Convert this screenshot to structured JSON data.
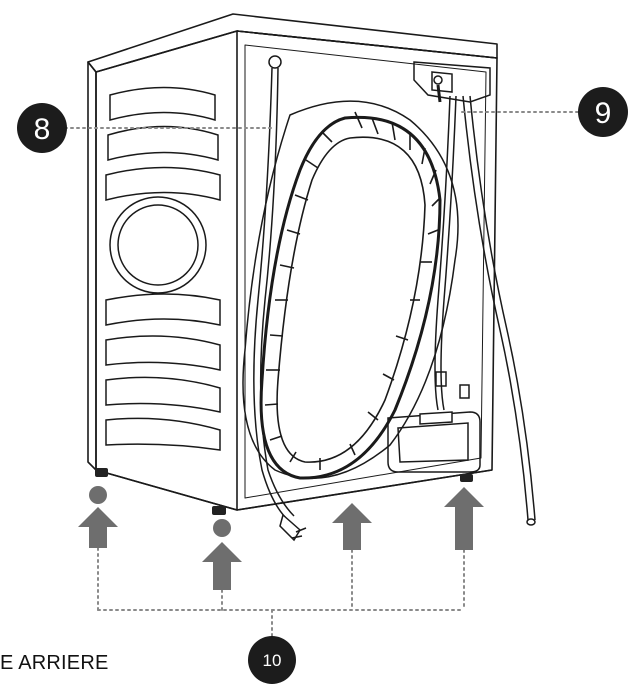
{
  "callouts": {
    "c8": "8",
    "c9": "9",
    "c10": "10"
  },
  "caption": "E ARRIERE",
  "colors": {
    "outline": "#1a1a1a",
    "arrow": "#6e6e6e",
    "badge": "#1c1c1c",
    "dotted": "#8a8a8a"
  },
  "icons": [
    "badge-8",
    "badge-9",
    "badge-10",
    "up-arrow",
    "dot-marker"
  ]
}
